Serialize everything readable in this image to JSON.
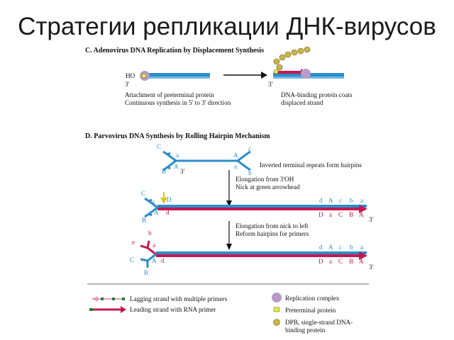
{
  "title": "Стратегии репликации ДНК-вирусов",
  "panel_c": {
    "heading": "C.  Adenovirus DNA Replication by Displacement Synthesis",
    "ho_label": "HO",
    "three_prime": "3'",
    "caption_left_1": "Attachment of preterminal protein",
    "caption_left_2": "Continuous synthesis in 5' to 3' direction",
    "caption_right_1": "DNA-binding protein coats",
    "caption_right_2": "displaced strand"
  },
  "panel_d": {
    "heading": "D.  Parvovirus DNA Synthesis by Rolling Hairpin Mechanism",
    "note_1": "Inverted terminal  repeats form hairpins",
    "note_2a": "Elongation from 3'OH",
    "note_2b": "Nick at green arrowhead",
    "note_3a": "Elongation from nick to left",
    "note_3b": "Reform hairpins for primers",
    "labels": {
      "C": "C",
      "a": "a",
      "B": "B",
      "A": "A",
      "b": "b",
      "c": "c",
      "D": "D",
      "d": "d",
      "e": "e",
      "three_prime": "3'"
    }
  },
  "legend": {
    "lagging": "Lagging strand with multiple primers",
    "leading": "Leading strand with RNA primer",
    "replication_complex": "Replication complex",
    "preterminal": "Preterminal protein",
    "dpb_1": "DPB, single-strand DNA-",
    "dpb_2": "binding protein"
  },
  "colors": {
    "blue_strand": "#2a8ec9",
    "red_strand": "#c8174f",
    "replication_complex": "#b79ac9",
    "preterminal": "#e6e84a",
    "dpb": "#c9b54a"
  }
}
